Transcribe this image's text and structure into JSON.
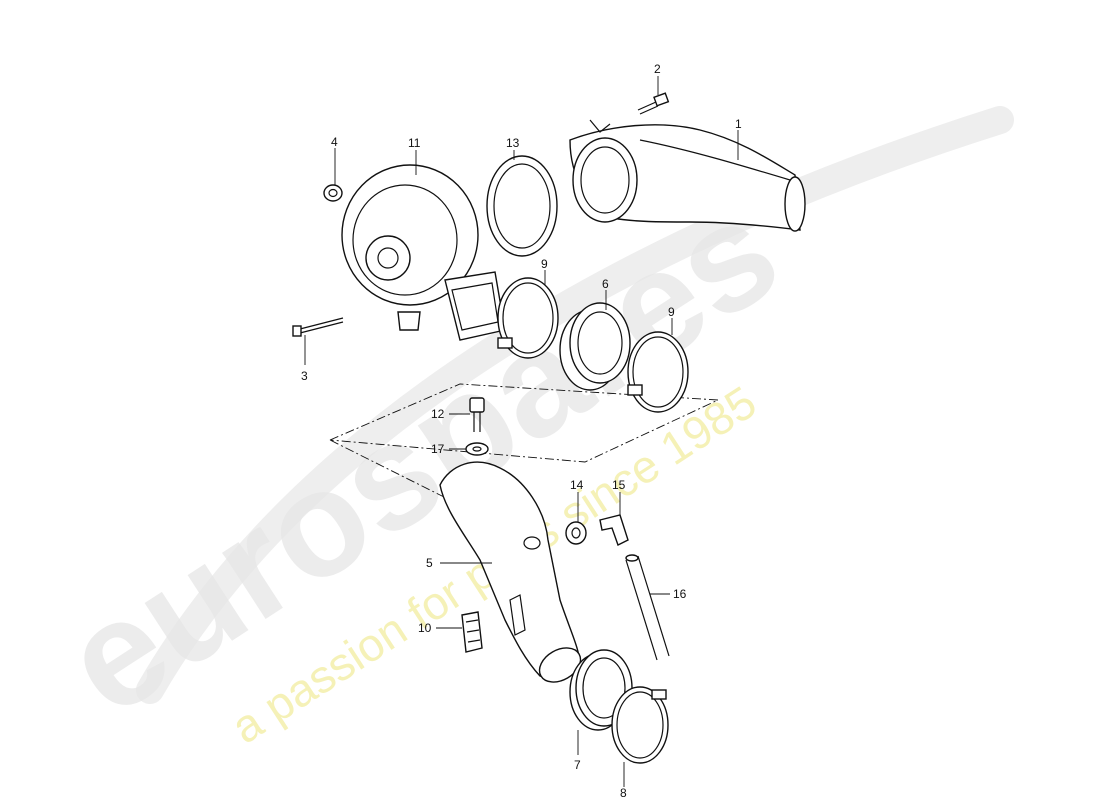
{
  "watermark": {
    "brand": "eurospares",
    "tagline": "a passion for parts since 1985",
    "brand_color": "#e6e6e6",
    "tagline_color": "#f4f0b0"
  },
  "callouts": {
    "c1": "1",
    "c2": "2",
    "c3": "3",
    "c4": "4",
    "c5": "5",
    "c6": "6",
    "c7": "7",
    "c8": "8",
    "c9a": "9",
    "c9b": "9",
    "c10": "10",
    "c11": "11",
    "c12": "12",
    "c13": "13",
    "c14": "14",
    "c15": "15",
    "c16": "16",
    "c17": "17"
  }
}
